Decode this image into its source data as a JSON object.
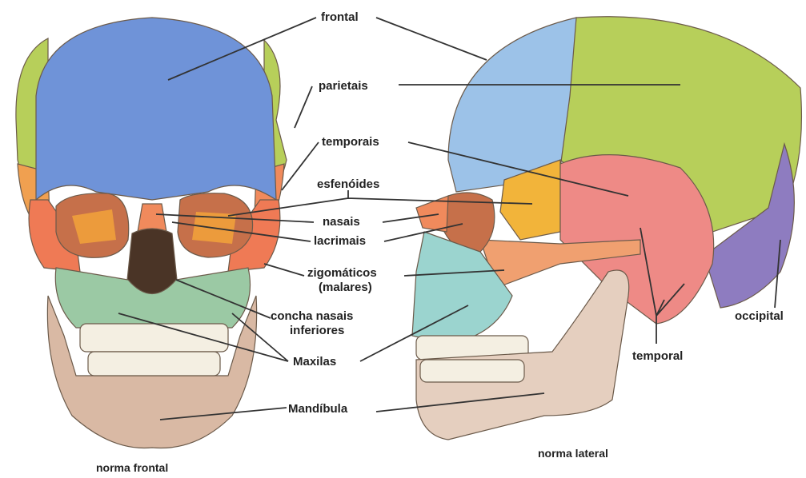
{
  "labels": {
    "frontal": "frontal",
    "parietais": "parietais",
    "temporais": "temporais",
    "esfenoides": "esfenóides",
    "nasais": "nasais",
    "lacrimais": "lacrimais",
    "zigomaticos": "zigomáticos",
    "malares": "(malares)",
    "concha_1": "concha nasais",
    "concha_2": "inferiores",
    "maxilas": "Maxilas",
    "mandibula": "Mandíbula",
    "occipital": "occipital",
    "temporal": "temporal"
  },
  "captions": {
    "frontal_view": "norma frontal",
    "lateral_view": "norma lateral"
  },
  "colors": {
    "frontal": "#6f93d8",
    "parietal": "#b7cf5a",
    "temporal": "#ee8a86",
    "sphenoid": "#f2a23a",
    "zygomatic": "#f08a5c",
    "maxilla": "#9bc9a4",
    "mandible": "#d9b9a4",
    "occipital": "#8e7cc0",
    "teeth": "#f4efe2",
    "orbit": "#c6704a"
  }
}
